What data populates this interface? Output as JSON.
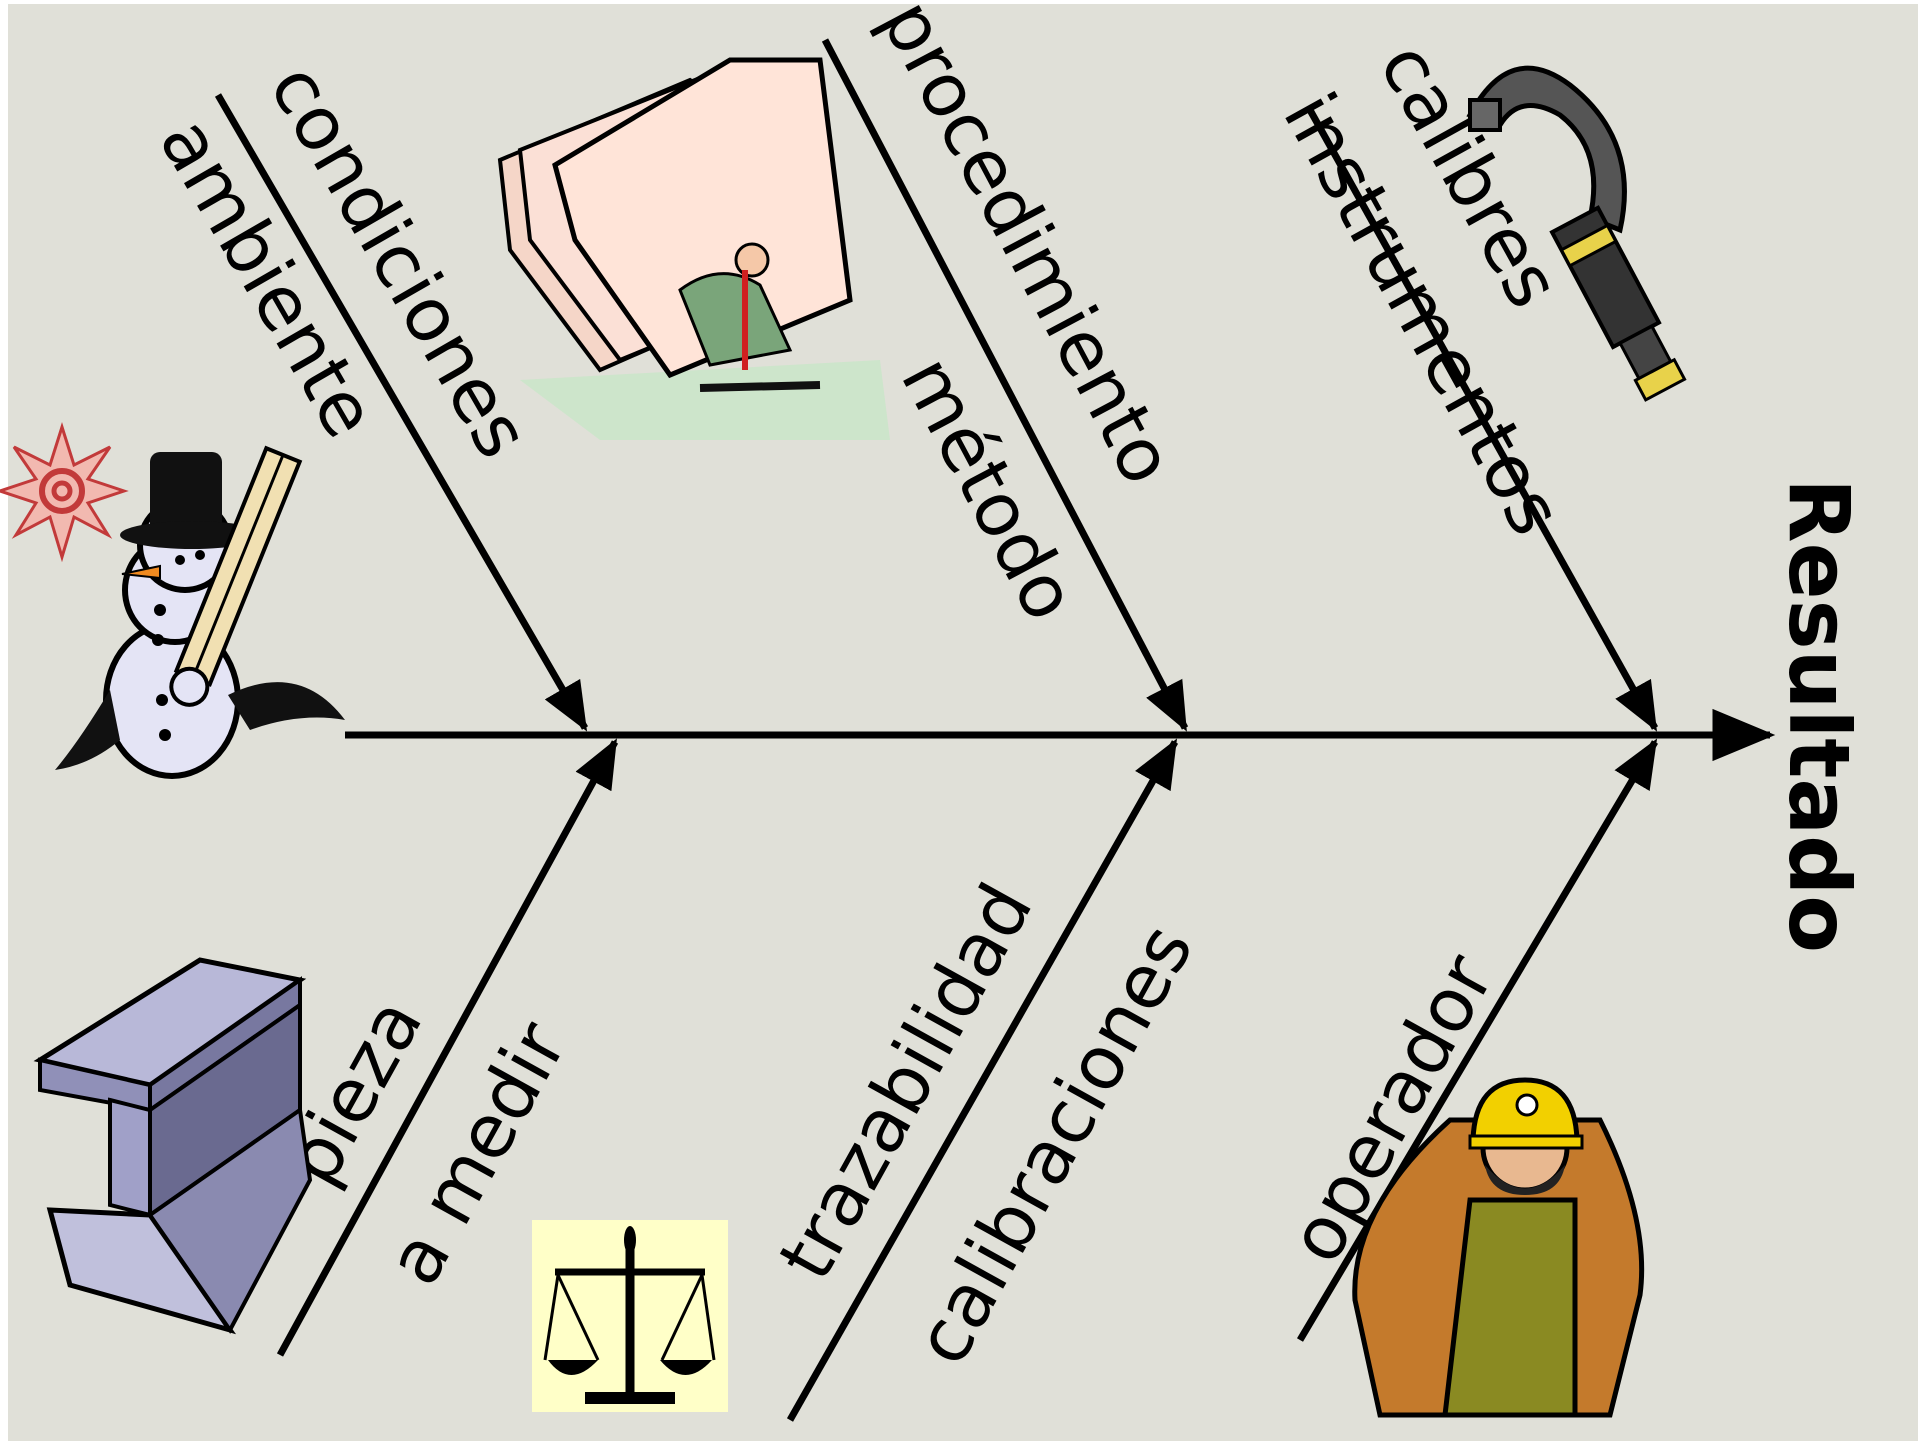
{
  "effect": "Resultado",
  "causes": {
    "top": [
      {
        "line1": "condiciones",
        "line2": "ambiente"
      },
      {
        "line1": "procedimiento",
        "line2": "método"
      },
      {
        "line1": "calibres",
        "line2": "instrumentos"
      }
    ],
    "bottom": [
      {
        "line1": "pieza",
        "line2": "a medir"
      },
      {
        "line1": "trazabilidad",
        "line2": "calibraciones"
      },
      {
        "line1": "operador",
        "line2": ""
      }
    ]
  },
  "illustrations": [
    "snowman-thermometer",
    "documents-person",
    "micrometer",
    "steel-beam",
    "balance-scale",
    "worker"
  ],
  "colors": {
    "background": "#e0e0d8",
    "line": "#000000",
    "scale_bg": "#ffffc8",
    "helmet": "#f2d000"
  }
}
